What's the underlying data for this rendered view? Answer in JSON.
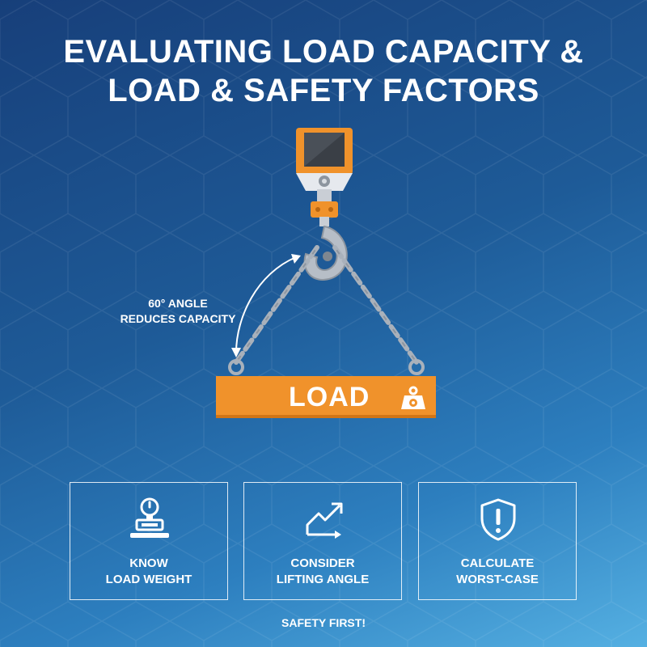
{
  "title": {
    "line1": "EVALUATING LOAD CAPACITY &",
    "line2": "LOAD & SAFETY FACTORS"
  },
  "illustration": {
    "angle_note": {
      "line1": "60° ANGLE",
      "line2": "REDUCES CAPACITY"
    },
    "load_label": "LOAD",
    "icons": [
      "crane-hook-icon",
      "chain-icon",
      "weight-icon",
      "curved-double-arrow-icon"
    ]
  },
  "cards": [
    {
      "icon": "scale-icon",
      "line1": "KNOW",
      "line2": "LOAD WEIGHT"
    },
    {
      "icon": "angle-arrow-icon",
      "line1": "CONSIDER",
      "line2": "LIFTING ANGLE"
    },
    {
      "icon": "warning-shield-icon",
      "line1": "CALCULATE",
      "line2": "WORST-CASE"
    }
  ],
  "footer": "SAFETY FIRST!",
  "colors": {
    "accent_orange": "#f0922b",
    "steel_gray": "#a9b1bb",
    "background_top": "#173f7a",
    "background_bottom": "#55b0e2"
  }
}
